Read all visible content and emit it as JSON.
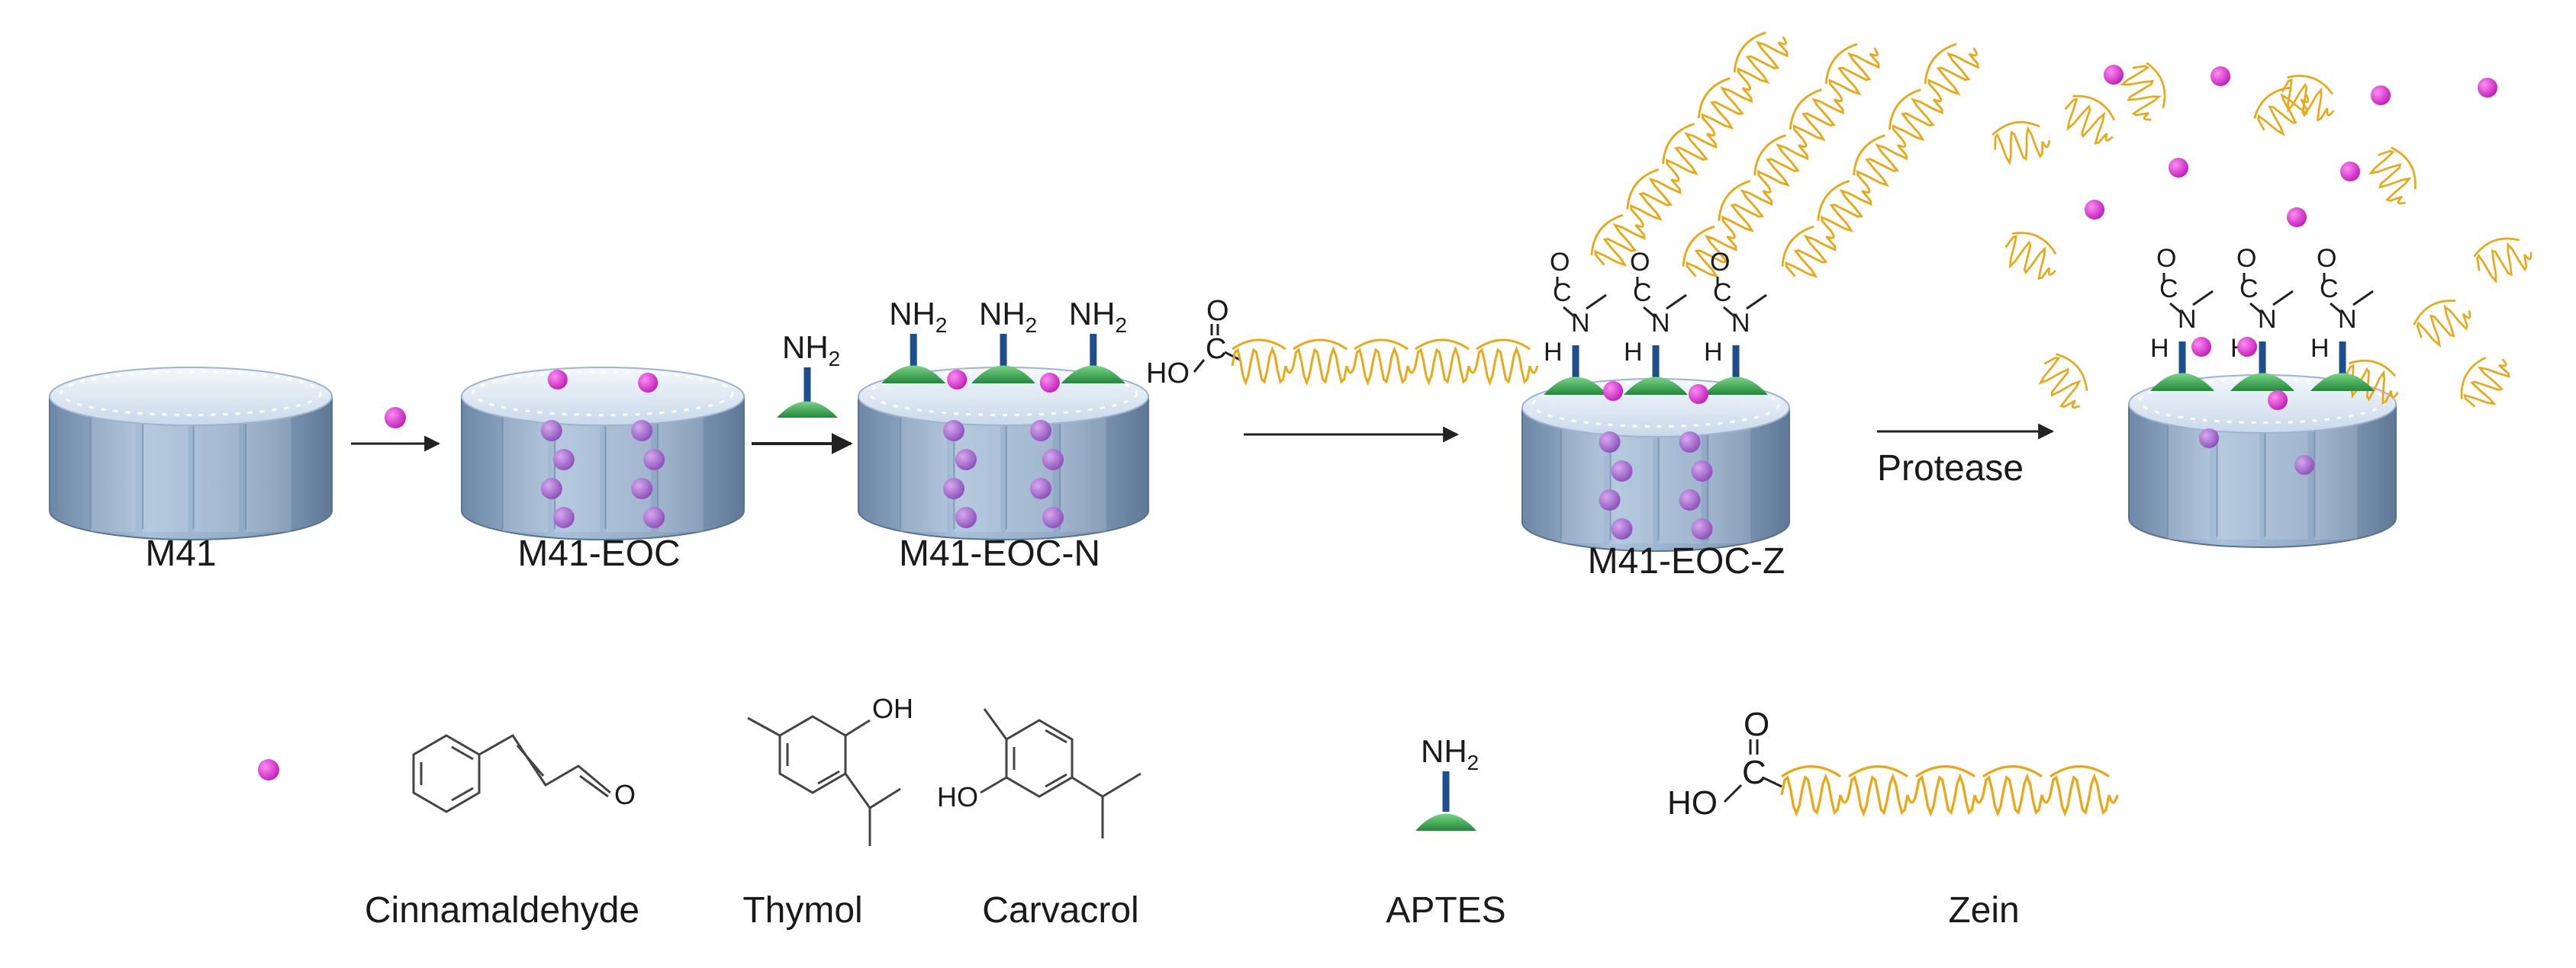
{
  "stages": [
    {
      "label": "M41"
    },
    {
      "label": "M41-EOC"
    },
    {
      "label": "M41-EOC-N"
    },
    {
      "label": "M41-EOC-Z"
    },
    {
      "label": ""
    }
  ],
  "step_label": "Protease",
  "chem": {
    "amine": "NH",
    "subscript_2": "2",
    "ho": "HO",
    "o": "O",
    "oh": "OH",
    "c": "C",
    "n": "N",
    "h": "H"
  },
  "legend": {
    "cinnamaldehyde": "Cinnamaldehyde",
    "thymol": "Thymol",
    "carvacrol": "Carvacrol",
    "aptes": "APTES",
    "zein": "Zein"
  },
  "colors": {
    "silica_body": "#8fa9c6",
    "silica_top": "#dde8f4",
    "cargo_dot": "#e040d8",
    "pore_dot": "#b87ad6",
    "aptes_head": "#38b04a",
    "aptes_stem": "#1d4f8c",
    "zein": "#e8a818"
  }
}
